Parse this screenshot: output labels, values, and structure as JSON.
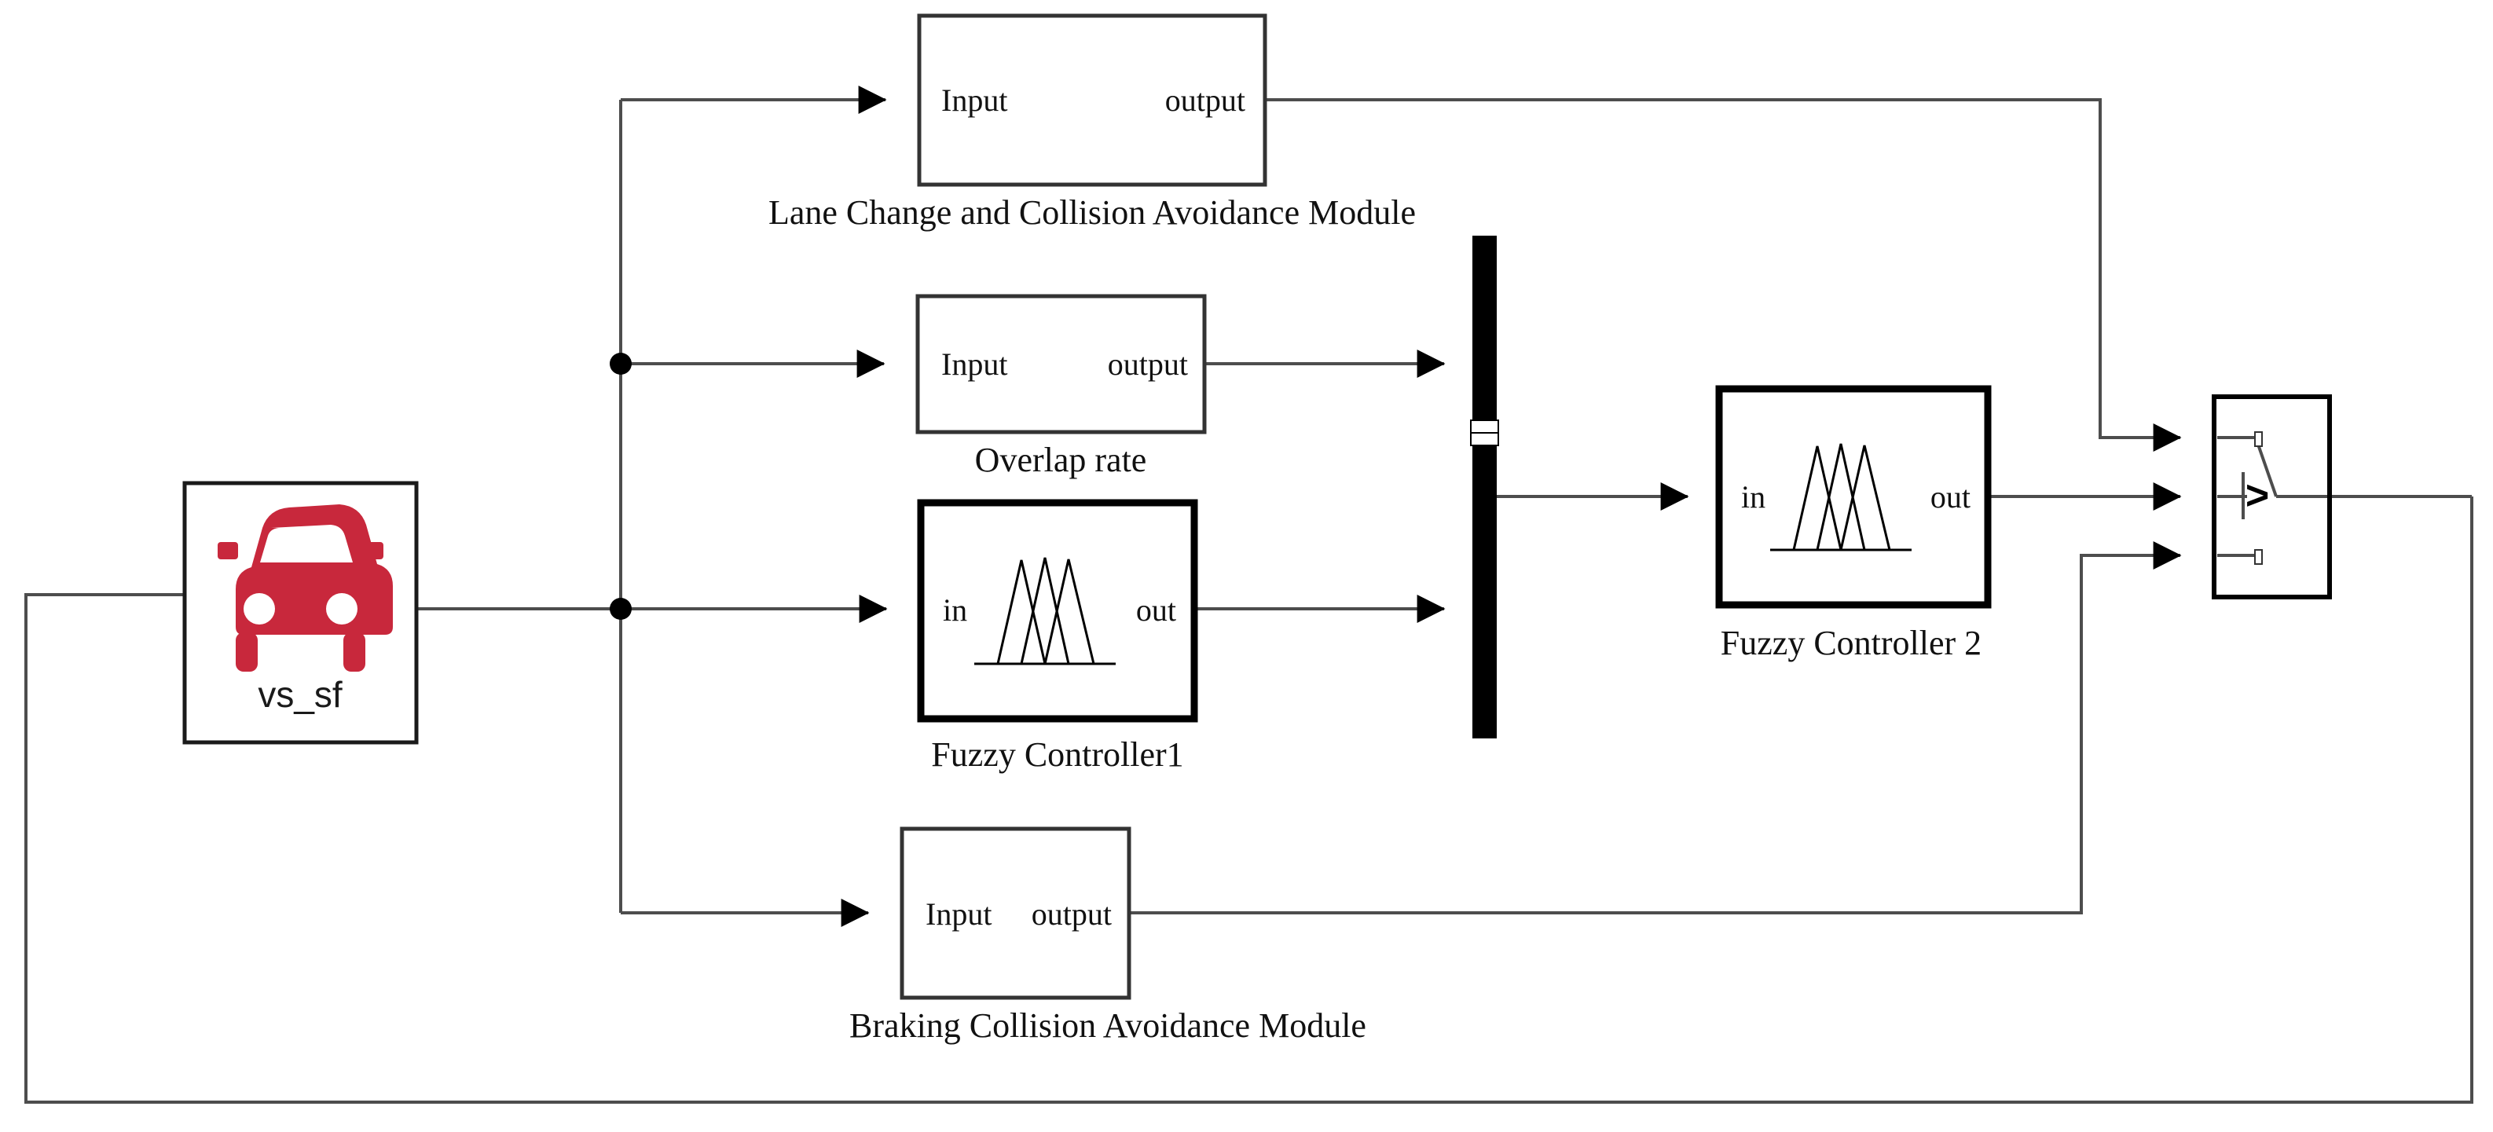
{
  "diagram": {
    "title": "Simulink control system block diagram",
    "background": "#ffffff",
    "wire_color": "#4d4d4d",
    "block_border_color": "#1a1a1a",
    "car_icon_color": "#c8283c",
    "mux_color": "#000000"
  },
  "blocks": {
    "vehicle": {
      "name": "vs_sf",
      "icon": "car-icon"
    },
    "lane_change": {
      "in_port": "Input",
      "out_port": "output",
      "caption": "Lane Change and Collision Avoidance Module"
    },
    "overlap_rate": {
      "in_port": "Input",
      "out_port": "output",
      "caption": "Overlap rate"
    },
    "fuzzy1": {
      "in_port": "in",
      "out_port": "out",
      "caption": "Fuzzy  Controller1",
      "icon": "fuzzy-membership-icon"
    },
    "fuzzy2": {
      "in_port": "in",
      "out_port": "out",
      "caption": "Fuzzy  Controller 2",
      "icon": "fuzzy-membership-icon"
    },
    "braking": {
      "in_port": "Input",
      "out_port": "output",
      "caption": "Braking Collision Avoidance Module"
    },
    "mux": {
      "caption": ""
    },
    "switch": {
      "symbol": ">",
      "caption": ""
    }
  }
}
